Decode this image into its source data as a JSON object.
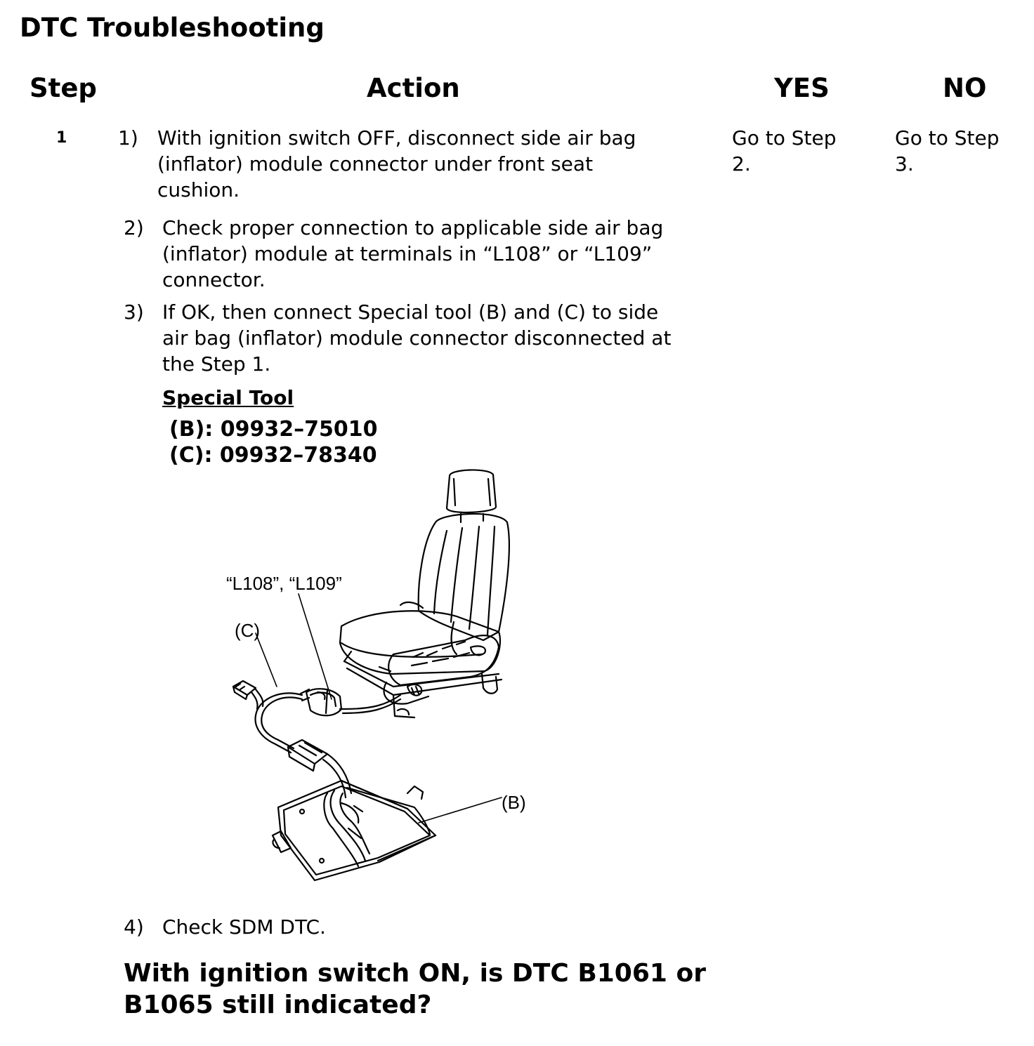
{
  "page": {
    "title": "DTC Troubleshooting"
  },
  "table": {
    "headers": {
      "step": "Step",
      "action": "Action",
      "yes": "YES",
      "no": "NO"
    },
    "rows": [
      {
        "step": "1",
        "yes_line1": "Go to Step",
        "yes_line2": "2.",
        "no_line1": "Go to Step",
        "no_line2": "3.",
        "items": [
          {
            "num": "1)",
            "lines": [
              "With ignition switch OFF, disconnect side air bag",
              "(inflator) module connector under front seat",
              "cushion."
            ]
          },
          {
            "num": "2)",
            "lines": [
              "Check proper connection to applicable side air bag",
              "(inflator) module at terminals in “L108” or “L109”",
              "connector."
            ]
          },
          {
            "num": "3)",
            "lines": [
              "If OK, then connect Special tool (B) and (C) to side",
              "air bag (inflator) module connector disconnected at",
              "the Step 1."
            ]
          },
          {
            "num": "4)",
            "lines": [
              "Check SDM DTC."
            ]
          }
        ],
        "special_tool": {
          "heading": "Special Tool",
          "codes": [
            "(B): 09932–75010",
            "(C): 09932–78340"
          ]
        },
        "diagram": {
          "callout_connector": "“L108”, “L109”",
          "callout_c": "(C)",
          "callout_b": "(B)"
        },
        "question_line1": "With ignition switch ON, is DTC B1061 or",
        "question_line2": "B1065 still indicated?"
      }
    ]
  }
}
